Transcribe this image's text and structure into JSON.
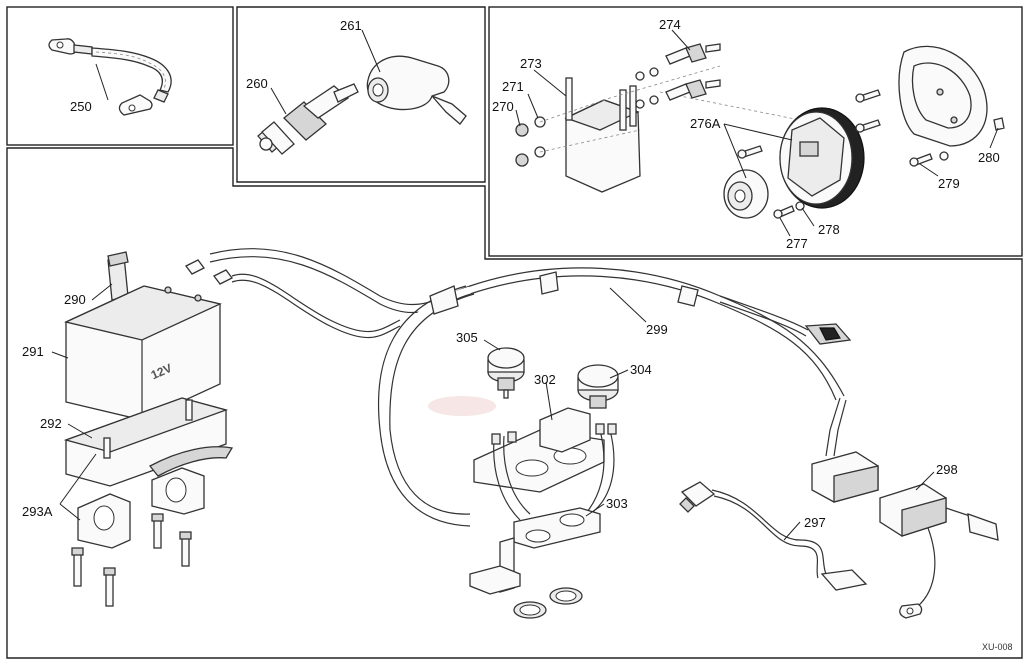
{
  "figure": {
    "reference": "XU-008",
    "battery_marking": "12V"
  },
  "callouts": {
    "c250": "250",
    "c260": "260",
    "c261": "261",
    "c270": "270",
    "c271": "271",
    "c273": "273",
    "c274": "274",
    "c276A": "276A",
    "c277": "277",
    "c278": "278",
    "c279": "279",
    "c280": "280",
    "c290": "290",
    "c291": "291",
    "c292": "292",
    "c293A": "293A",
    "c297": "297",
    "c298": "298",
    "c299": "299",
    "c302": "302",
    "c303": "303",
    "c304": "304",
    "c305": "305"
  }
}
